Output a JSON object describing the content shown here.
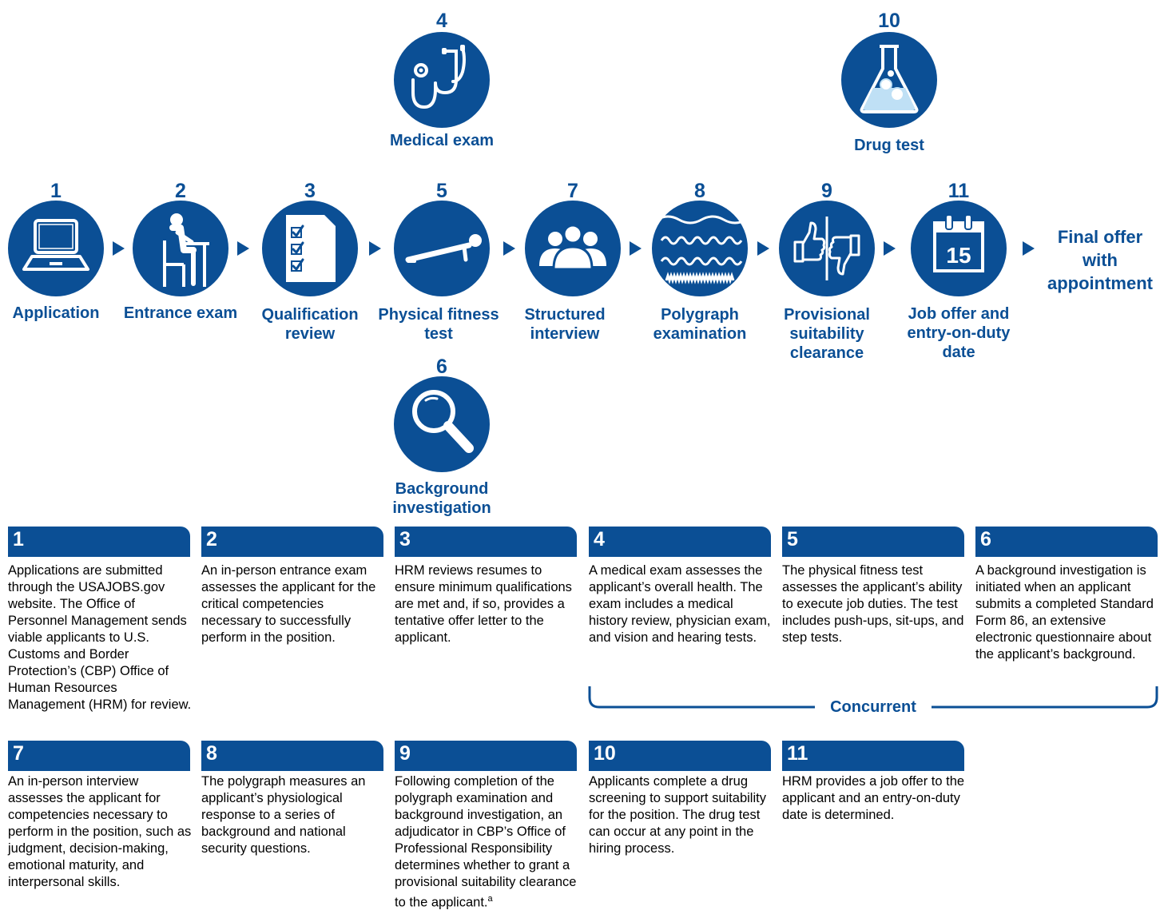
{
  "steps": [
    {
      "num": "1",
      "label": "Application",
      "icon": "laptop-icon"
    },
    {
      "num": "2",
      "label": "Entrance exam",
      "icon": "person-at-desk-icon"
    },
    {
      "num": "3",
      "label": "Qualification review",
      "icon": "checklist-icon"
    },
    {
      "num": "4",
      "label": "Medical exam",
      "icon": "stethoscope-icon"
    },
    {
      "num": "5",
      "label": "Physical fitness test",
      "icon": "pushup-icon"
    },
    {
      "num": "6",
      "label": "Background investigation",
      "icon": "magnifier-icon"
    },
    {
      "num": "7",
      "label": "Structured interview",
      "icon": "group-icon"
    },
    {
      "num": "8",
      "label": "Polygraph examination",
      "icon": "polygraph-waves-icon"
    },
    {
      "num": "9",
      "label": "Provisional suitability clearance",
      "icon": "thumbs-up-down-icon"
    },
    {
      "num": "10",
      "label": "Drug test",
      "icon": "flask-icon"
    },
    {
      "num": "11",
      "label": "Job offer and entry-on-duty date",
      "icon": "calendar-icon",
      "calendar_day": "15"
    }
  ],
  "final": "Final offer with appointment",
  "concurrent": "Concurrent",
  "cards": [
    {
      "num": "1",
      "text": "Applications are submitted through the USAJOBS.gov website. The Office of Personnel Management sends viable applicants to U.S. Customs and Border Protection’s (CBP) Office of Human Resources Management (HRM) for review."
    },
    {
      "num": "2",
      "text": "An in-person entrance exam assesses the applicant for the critical competencies necessary to successfully perform in the position."
    },
    {
      "num": "3",
      "text": "HRM reviews resumes to ensure minimum qualifications are met and, if so, provides a tentative offer letter to the applicant."
    },
    {
      "num": "4",
      "text": "A medical exam assesses the applicant’s overall health. The exam includes a medical history review, physician exam, and vision and hearing tests."
    },
    {
      "num": "5",
      "text": "The physical fitness test assesses the applicant’s ability to execute job duties. The test includes push-ups, sit-ups, and step tests."
    },
    {
      "num": "6",
      "text": "A background investigation is initiated when an applicant submits a completed Standard Form 86, an extensive electronic questionnaire about the applicant’s background."
    },
    {
      "num": "7",
      "text": "An in-person interview assesses the applicant for competencies necessary to perform in the position, such as judgment, decision-making, emotional maturity, and interpersonal skills."
    },
    {
      "num": "8",
      "text": "The polygraph measures an applicant’s physiological response to a series of background and national security questions."
    },
    {
      "num": "9",
      "text": "Following completion of the polygraph examination and background investigation, an adjudicator in CBP’s Office of Professional Responsibility determines whether to grant a provisional suitability clearance to the applicant.",
      "footnote": "a"
    },
    {
      "num": "10",
      "text": "Applicants complete a drug screening to support suitability for the position. The drug test can occur at any point in the hiring process."
    },
    {
      "num": "11",
      "text": "HRM provides a job offer to the applicant and an entry-on-duty date is determined."
    }
  ],
  "colors": {
    "primary": "#0b4f95",
    "white": "#ffffff"
  }
}
